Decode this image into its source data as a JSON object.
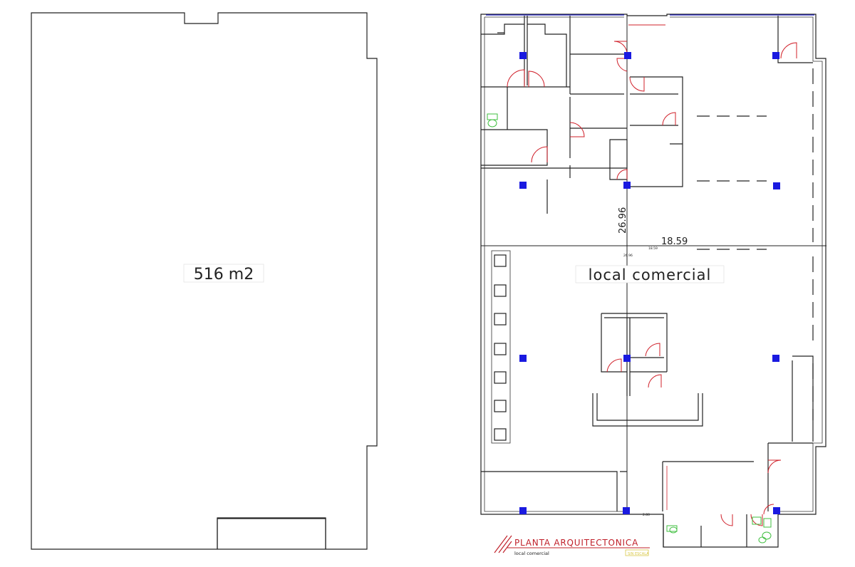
{
  "site_plan": {
    "area_label": "516 m2"
  },
  "floor_plan": {
    "room_label": "local comercial",
    "dim_vertical": "26.96",
    "dim_horizontal": "18.59",
    "dim_vertical_small": "26.96",
    "dim_horizontal_small": "18.59",
    "dim_bottom_small": "2.80"
  },
  "title_block": {
    "title": "PLANTA ARQUITECTONICA",
    "subtitle": "local comercial",
    "scale_note": "SIN ESCALA"
  },
  "colors": {
    "column": "#1a1ae0",
    "door": "#d0202a",
    "fixture": "#3fbf3f",
    "window": "#2020c0",
    "scale_box": "#d9c94a"
  }
}
